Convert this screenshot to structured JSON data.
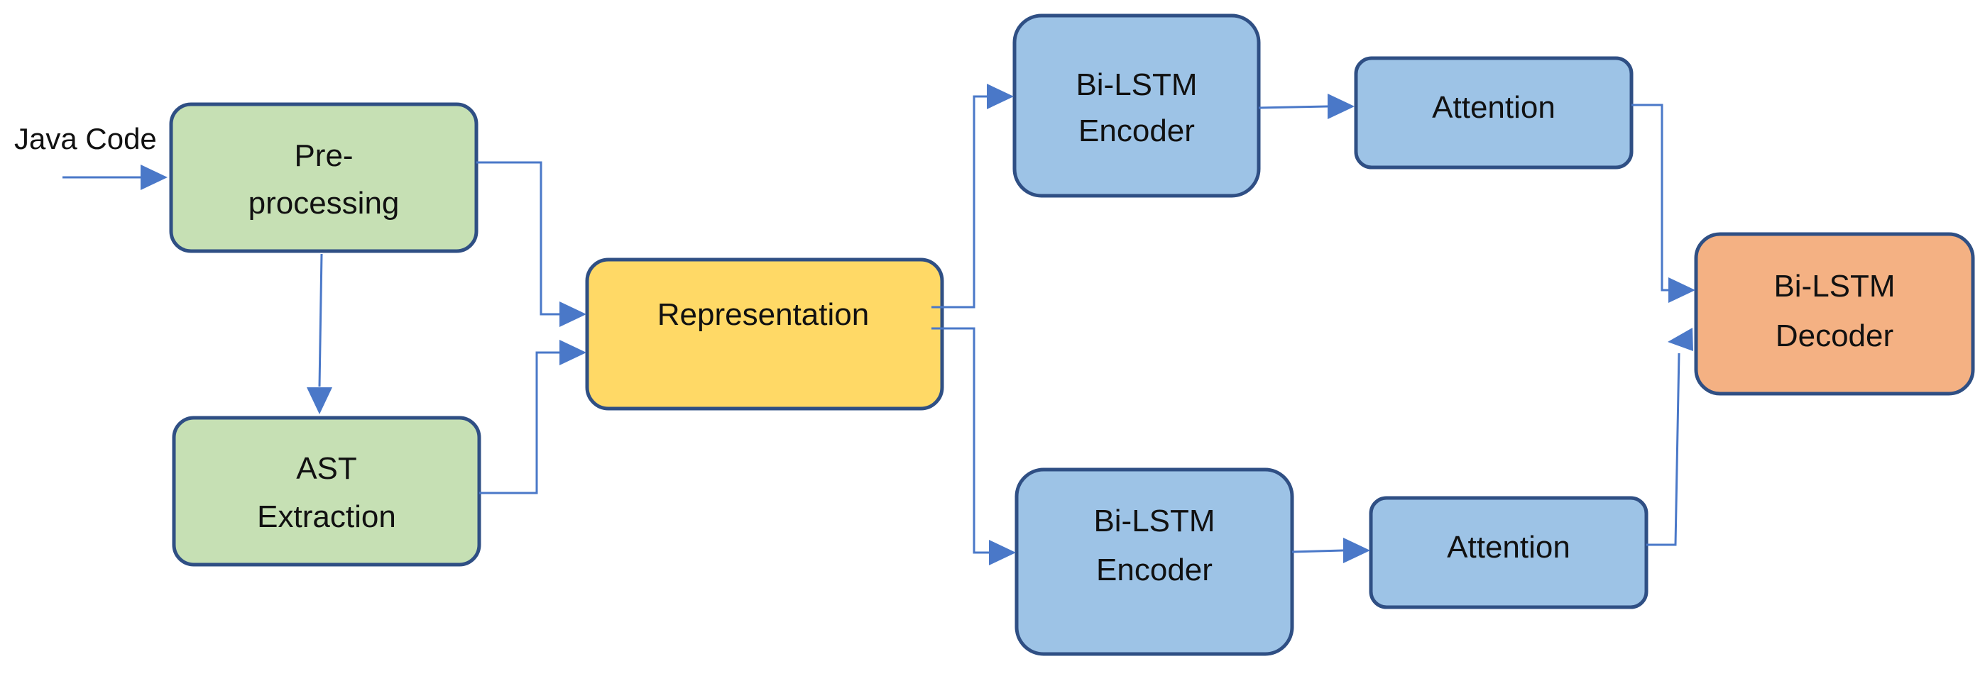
{
  "colors": {
    "preprocessing_fill": "#c6e0b4",
    "representation_fill": "#ffd966",
    "encoder_fill": "#9dc3e6",
    "decoder_fill": "#f4b183",
    "box_border": "#2f4f84",
    "arrow": "#4a78c8"
  },
  "input_label": "Java Code",
  "nodes": {
    "preprocessing": {
      "line1": "Pre-",
      "line2": "processing"
    },
    "ast_extraction": {
      "line1": "AST",
      "line2": "Extraction"
    },
    "representation": {
      "label": "Representation"
    },
    "encoder_top": {
      "line1": "Bi-LSTM",
      "line2": "Encoder"
    },
    "attention_top": {
      "label": "Attention"
    },
    "encoder_bottom": {
      "line1": "Bi-LSTM",
      "line2": "Encoder"
    },
    "attention_bottom": {
      "label": "Attention"
    },
    "decoder": {
      "line1": "Bi-LSTM",
      "line2": "Decoder"
    }
  }
}
